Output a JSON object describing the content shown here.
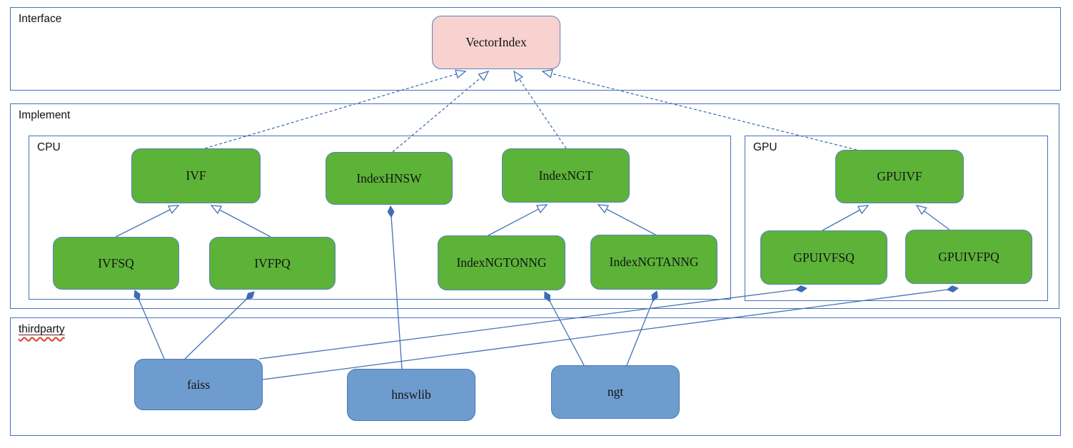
{
  "diagram": {
    "layers": {
      "interface": {
        "label": "Interface"
      },
      "implement": {
        "label": "Implement"
      },
      "cpu": {
        "label": "CPU"
      },
      "gpu": {
        "label": "GPU"
      },
      "thirdparty": {
        "label": "thirdparty"
      }
    },
    "nodes": {
      "vectorindex": {
        "label": "VectorIndex",
        "kind": "interface",
        "layer": "Interface"
      },
      "ivf": {
        "label": "IVF",
        "kind": "class",
        "layer": "CPU"
      },
      "indexhnsw": {
        "label": "IndexHNSW",
        "kind": "class",
        "layer": "CPU"
      },
      "indexngt": {
        "label": "IndexNGT",
        "kind": "class",
        "layer": "CPU"
      },
      "ivfsq": {
        "label": "IVFSQ",
        "kind": "class",
        "layer": "CPU"
      },
      "ivfpq": {
        "label": "IVFPQ",
        "kind": "class",
        "layer": "CPU"
      },
      "indexngtonng": {
        "label": "IndexNGTONNG",
        "kind": "class",
        "layer": "CPU"
      },
      "indexngtanng": {
        "label": "IndexNGTANNG",
        "kind": "class",
        "layer": "CPU"
      },
      "gpuivf": {
        "label": "GPUIVF",
        "kind": "class",
        "layer": "GPU"
      },
      "gpuivfsq": {
        "label": "GPUIVFSQ",
        "kind": "class",
        "layer": "GPU"
      },
      "gpuivfpq": {
        "label": "GPUIVFPQ",
        "kind": "class",
        "layer": "GPU"
      },
      "faiss": {
        "label": "faiss",
        "kind": "thirdparty-lib",
        "layer": "thirdparty"
      },
      "hnswlib": {
        "label": "hnswlib",
        "kind": "thirdparty-lib",
        "layer": "thirdparty"
      },
      "ngt": {
        "label": "ngt",
        "kind": "thirdparty-lib",
        "layer": "thirdparty"
      }
    },
    "edges": [
      {
        "from": "IVF",
        "to": "VectorIndex",
        "type": "realization"
      },
      {
        "from": "IndexHNSW",
        "to": "VectorIndex",
        "type": "realization"
      },
      {
        "from": "IndexNGT",
        "to": "VectorIndex",
        "type": "realization"
      },
      {
        "from": "GPUIVF",
        "to": "VectorIndex",
        "type": "realization"
      },
      {
        "from": "IVFSQ",
        "to": "IVF",
        "type": "generalization"
      },
      {
        "from": "IVFPQ",
        "to": "IVF",
        "type": "generalization"
      },
      {
        "from": "IndexNGTONNG",
        "to": "IndexNGT",
        "type": "generalization"
      },
      {
        "from": "IndexNGTANNG",
        "to": "IndexNGT",
        "type": "generalization"
      },
      {
        "from": "GPUIVFSQ",
        "to": "GPUIVF",
        "type": "generalization"
      },
      {
        "from": "GPUIVFPQ",
        "to": "GPUIVF",
        "type": "generalization"
      },
      {
        "from": "faiss",
        "to": "IVFSQ",
        "type": "composition"
      },
      {
        "from": "faiss",
        "to": "IVFPQ",
        "type": "composition"
      },
      {
        "from": "faiss",
        "to": "GPUIVFSQ",
        "type": "composition"
      },
      {
        "from": "faiss",
        "to": "GPUIVFPQ",
        "type": "composition"
      },
      {
        "from": "hnswlib",
        "to": "IndexHNSW",
        "type": "composition"
      },
      {
        "from": "ngt",
        "to": "IndexNGTONNG",
        "type": "composition"
      },
      {
        "from": "ngt",
        "to": "IndexNGTANNG",
        "type": "composition"
      }
    ],
    "colors": {
      "container_border": "#4472b8",
      "connector": "#4472b8",
      "class_fill": "#5cb338",
      "class_border": "#5b7fc0",
      "interface_fill": "#f8d2cf",
      "interface_border": "#6080c0",
      "thirdparty_fill": "#6f9cce",
      "thirdparty_border": "#4a77b5",
      "spellcheck_squiggle": "#e03a2f"
    }
  }
}
